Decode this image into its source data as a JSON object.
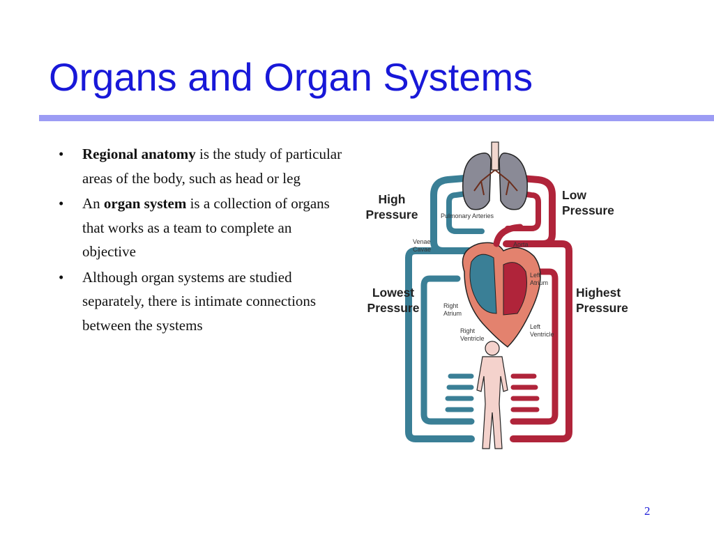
{
  "slide": {
    "title": "Organs and Organ Systems",
    "page_number": "2"
  },
  "bullets": [
    {
      "bold": "Regional anatomy",
      "text": " is the study of particular areas of the body, such as head or leg",
      "pre": ""
    },
    {
      "pre": "An ",
      "bold": "organ system",
      "text": " is a collection of organs that works as a team to complete an objective"
    },
    {
      "pre": "",
      "bold": "",
      "text": "Although organ systems are studied separately, there is intimate connections between the systems"
    }
  ],
  "bullet_glyph": "•",
  "diagram": {
    "labels": {
      "high_pressure_1": "High",
      "high_pressure_2": "Pressure",
      "low_pressure_1": "Low",
      "low_pressure_2": "Pressure",
      "lowest_pressure_1": "Lowest",
      "lowest_pressure_2": "Pressure",
      "highest_pressure_1": "Highest",
      "highest_pressure_2": "Pressure",
      "pulmonary_arteries": "Pulmonary Arteries",
      "venae_1": "Venae",
      "venae_2": "Cavae",
      "aorta": "Aorta",
      "left_atrium_1": "Left",
      "left_atrium_2": "Atrium",
      "right_atrium_1": "Right",
      "right_atrium_2": "Atrium",
      "right_ventricle_1": "Right",
      "right_ventricle_2": "Ventricle",
      "left_ventricle_1": "Left",
      "left_ventricle_2": "Ventricle"
    },
    "colors": {
      "deoxygenated": "#3a7f96",
      "oxygenated": "#b0243a",
      "heart": "#e3826e",
      "lungs": "#8a8a96",
      "body": "#f4d2cc"
    }
  }
}
